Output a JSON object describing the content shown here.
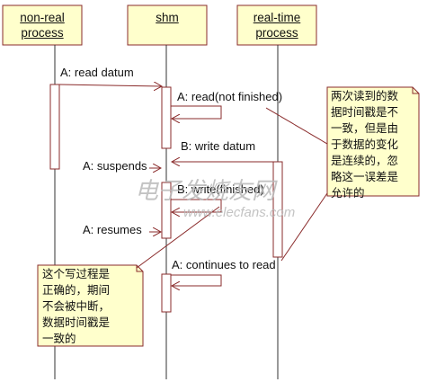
{
  "participants": [
    {
      "id": "nonreal",
      "line1": "non-real",
      "line2": "process"
    },
    {
      "id": "shm",
      "line1": "shm",
      "line2": ""
    },
    {
      "id": "realtime",
      "line1": "real-time",
      "line2": "process"
    }
  ],
  "messages": {
    "m1": "A: read datum",
    "m2": "A: read(not finished)",
    "m3": "B: write datum",
    "m4": "A: suspends",
    "m5": "B: write(finished)",
    "m6": "A: resumes",
    "m7": "A: continues to read"
  },
  "notes": {
    "right": "两次读到的数\n据时间戳是不\n一致，但是由\n于数据的变化\n是连续的，忽\n略这一误差是\n允许的",
    "left": "这个写过程是\n正确的，期间\n不会被中断，\n数据时间戳是\n一致的"
  },
  "watermark": {
    "cn": "电子发烧友网",
    "url": "www.elecfans.com"
  },
  "colors": {
    "box_fill": "#ffffcc",
    "line": "#8a2b2b",
    "activation": "#ffffff"
  }
}
